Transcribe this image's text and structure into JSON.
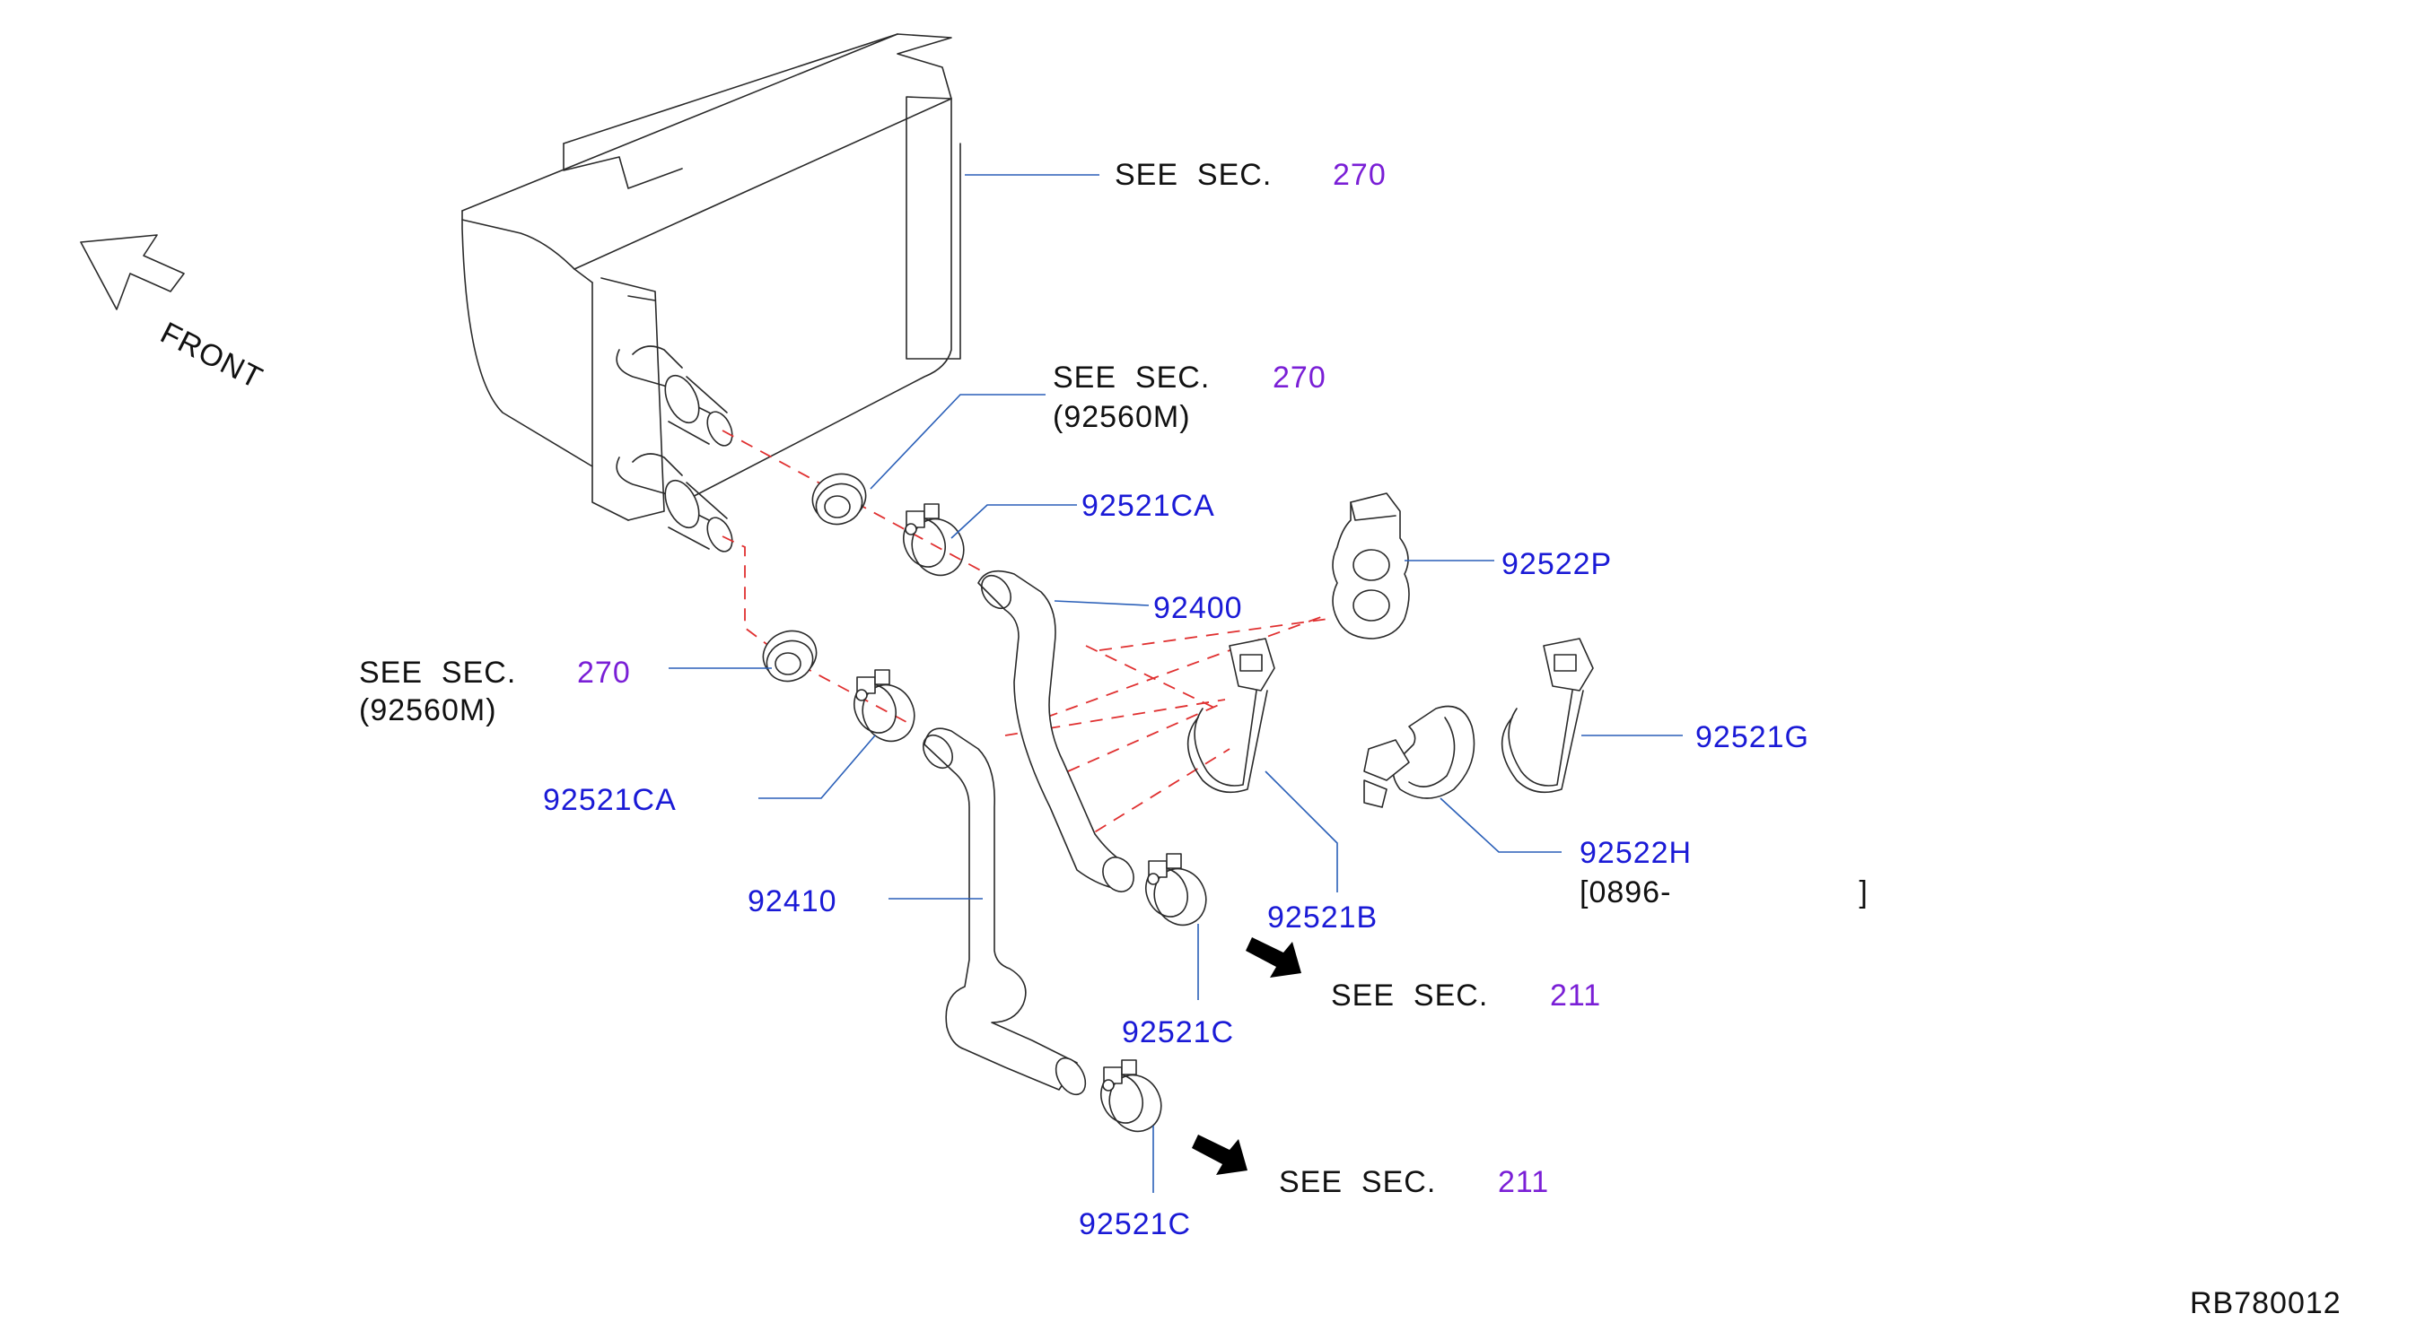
{
  "labels": {
    "see_sec_top": "SEE  SEC.",
    "see_sec_top_num": "270",
    "see_sec_mid": "SEE  SEC.",
    "see_sec_mid_num": "270",
    "see_sec_mid_sub": "(92560M)",
    "see_sec_left": "SEE  SEC.",
    "see_sec_left_num": "270",
    "see_sec_left_sub": "(92560M)",
    "see_sec_211a": "SEE  SEC.",
    "see_sec_211a_num": "211",
    "see_sec_211b": "SEE  SEC.",
    "see_sec_211b_num": "211",
    "front": "FRONT",
    "ref_code": "RB780012"
  },
  "parts": {
    "p92521CA_upper": "92521CA",
    "p92521CA_lower": "92521CA",
    "p92400": "92400",
    "p92522P": "92522P",
    "p92521G": "92521G",
    "p92522H": "92522H",
    "p92522H_date": "[0896-                    ]",
    "p92410": "92410",
    "p92521B": "92521B",
    "p92521C_upper": "92521C",
    "p92521C_lower": "92521C"
  },
  "colors": {
    "part_number": "#1a1ad6",
    "section_number": "#7a1fd6",
    "leader_line": "#2a5fb8",
    "dashed_line": "#e03030"
  }
}
